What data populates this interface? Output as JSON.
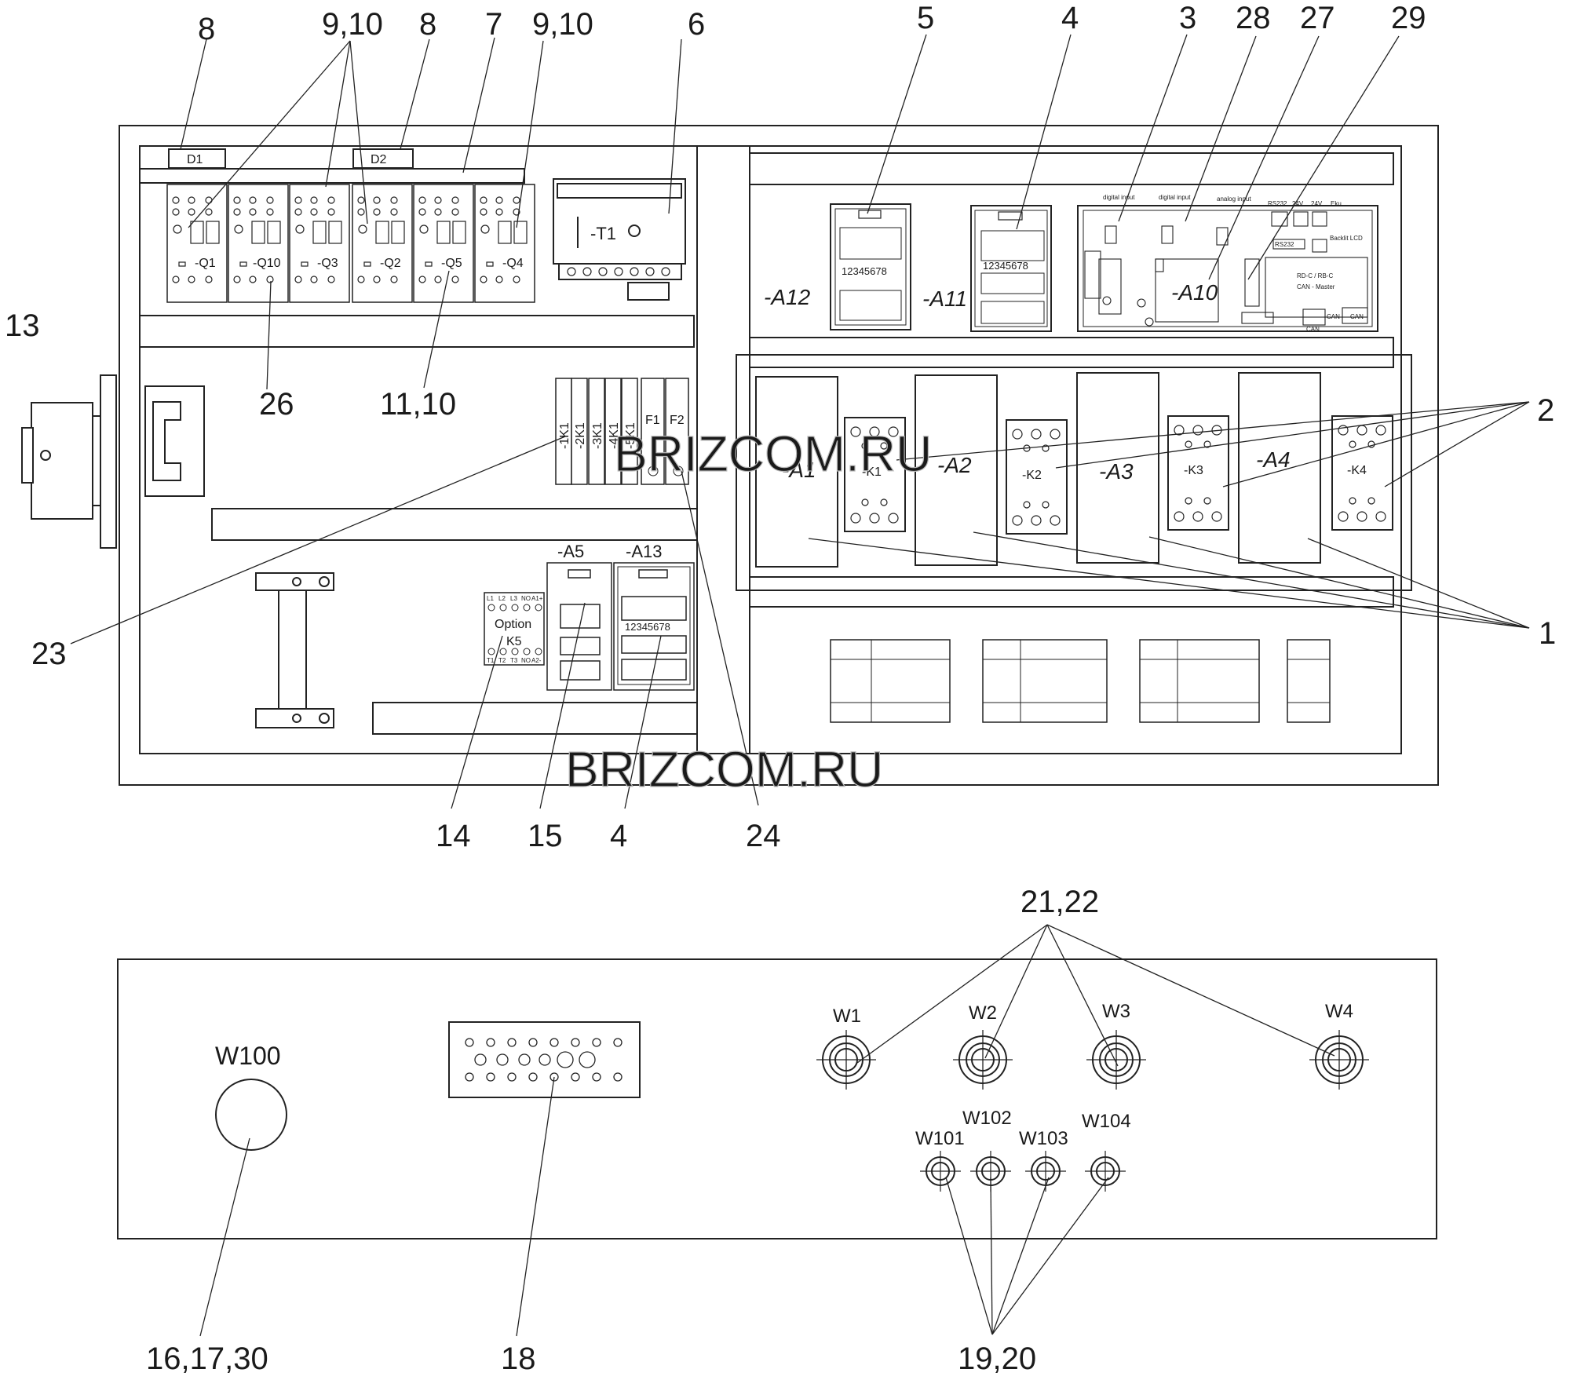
{
  "callouts": {
    "c8a": "8",
    "c910a": "9,10",
    "c8b": "8",
    "c7": "7",
    "c910b": "9,10",
    "c6": "6",
    "c5": "5",
    "c4top": "4",
    "c3": "3",
    "c28": "28",
    "c27": "27",
    "c29": "29",
    "c13": "13",
    "c26": "26",
    "c1110": "11,10",
    "c2": "2",
    "c1": "1",
    "c23": "23",
    "c14": "14",
    "c15": "15",
    "c4bottom": "4",
    "c24": "24",
    "c2122": "21,22",
    "c161730": "16,17,30",
    "c18": "18",
    "c1920": "19,20"
  },
  "designations": {
    "d1": "D1",
    "d2": "D2",
    "breakers": [
      "-Q1",
      "-Q10",
      "-Q3",
      "-Q2",
      "-Q5",
      "-Q4"
    ],
    "t1": "-T1",
    "a12": "-A12",
    "a11": "-A11",
    "a10": "-A10",
    "rack_a": [
      "-A1",
      "-A2",
      "-A3",
      "-A4"
    ],
    "rack_k": [
      "-K1",
      "-K2",
      "-K3",
      "-K4"
    ],
    "small_relays": [
      "-1K1",
      "-2K1",
      "-3K1",
      "-4K1",
      "-5K1"
    ],
    "fuses": [
      "F1",
      "F2"
    ],
    "a5": "-A5",
    "a13": "-A13",
    "option": "Option",
    "k5": "K5",
    "k5_top": [
      "L1",
      "L2",
      "L3",
      "NO",
      "A1+"
    ],
    "k5_bottom": [
      "T1",
      "T2",
      "T3",
      "NO",
      "A2-"
    ],
    "terminal_digits": "12345678",
    "a10_tags": [
      "digital input",
      "digital input",
      "analog input",
      "RS232",
      "24V",
      "24V",
      "Eku",
      "RS232",
      "Backlit LCD",
      "RD-C / RB-C",
      "CAN - Master",
      "CAN",
      "CAN",
      "CAN"
    ]
  },
  "glands": {
    "w1": "W1",
    "w2": "W2",
    "w3": "W3",
    "w4": "W4",
    "w100": "W100",
    "w101": "W101",
    "w102": "W102",
    "w103": "W103",
    "w104": "W104"
  },
  "watermark": {
    "top": "BRIZCOM.RU",
    "bottom": "BRIZCOM.RU"
  }
}
